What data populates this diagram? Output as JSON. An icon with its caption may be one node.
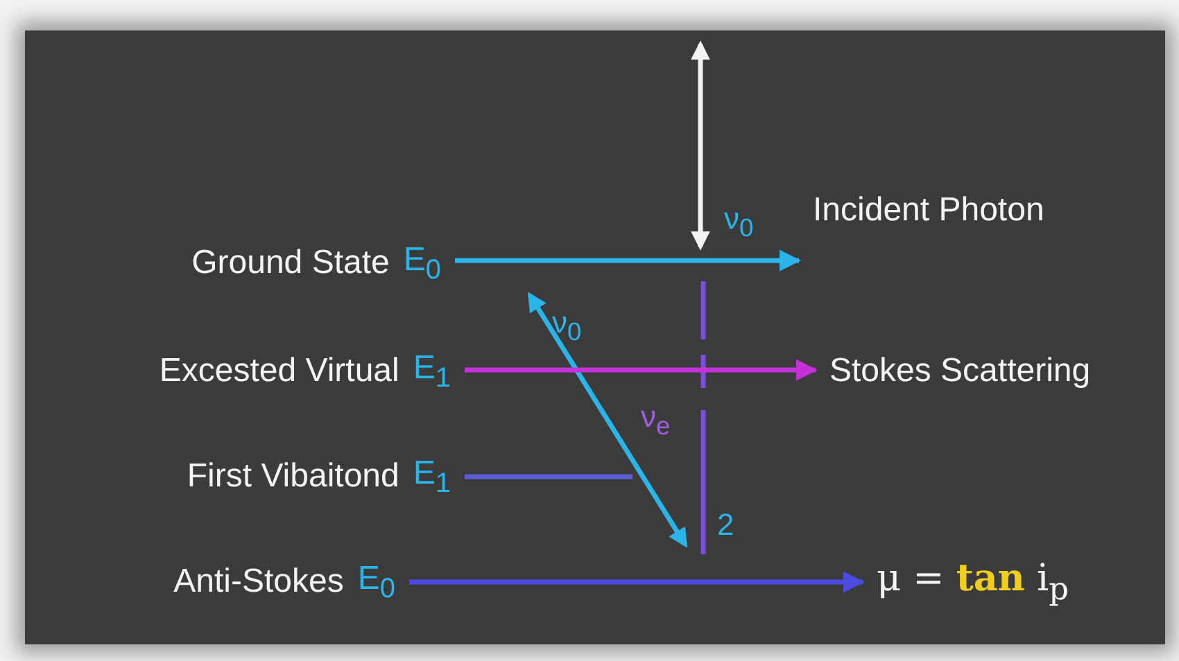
{
  "diagram": {
    "nodes": [
      {
        "text": [
          "Ground State",
          "E$_{0}$"
        ]
      },
      {
        "text": [
          "Incident Photon"
        ]
      },
      {
        "text": [
          "Excested Virtual",
          "E$_{1}$"
        ]
      },
      {
        "text": [
          "Stokes Scattering"
        ]
      },
      {
        "text": [
          "First Vibaitond",
          "E$_{1}$"
        ]
      },
      {
        "text": [
          "Anti-Stokes",
          "E$_{0}$"
        ]
      },
      {
        "text": [
          "μ = **tan** i$_{p}$"
        ]
      }
    ],
    "edges": [
      {
        "from": 0,
        "to": 1,
        "arrow": "to",
        "color": "#2ab4e8"
      },
      {
        "from": 2,
        "to": 3,
        "arrow": "to",
        "color": "#c531d8"
      },
      {
        "from": 4,
        "to": null,
        "arrow": "none",
        "color": "#5a5fd8"
      },
      {
        "from": 5,
        "to": 6,
        "arrow": "to",
        "color": "#4a4ae0"
      }
    ],
    "labels": [
      "ν$_{0}$",
      "ν$_{0}$",
      "ν$_{e}$",
      "2"
    ]
  }
}
